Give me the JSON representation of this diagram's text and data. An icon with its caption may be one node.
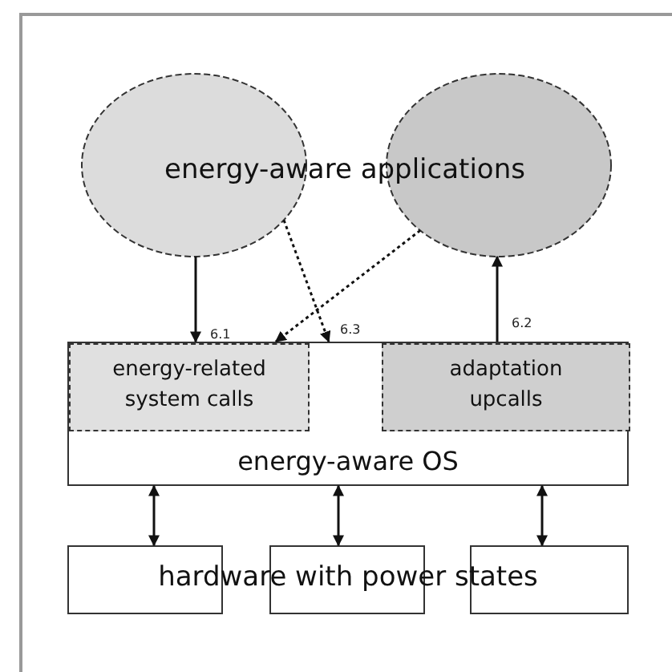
{
  "diagram": {
    "nodes": [
      {
        "text": [],
        "shape": "circle"
      },
      {
        "text": [],
        "shape": "circle"
      },
      {
        "text": [
          "energy-aware OS"
        ]
      },
      {
        "text": [
          "energy-related system calls"
        ],
        "in": 2
      },
      {
        "text": [
          "adaptation upcalls"
        ],
        "in": 2
      },
      {
        "text": [],
        "shape": "box"
      },
      {
        "text": [],
        "shape": "box"
      },
      {
        "text": [],
        "shape": "box"
      }
    ],
    "edges": [
      {
        "from": 0,
        "to": 3,
        "arrow": "to",
        "label": "6.1"
      },
      {
        "from": 0,
        "to": 2,
        "arrow": "to",
        "label": "6.3",
        "style": "dashed"
      },
      {
        "from": 1,
        "to": 3,
        "arrow": "to",
        "style": "dashed"
      },
      {
        "from": 4,
        "to": 1,
        "arrow": "to",
        "label": "6.2"
      },
      {
        "from": 2,
        "to": 5,
        "arrow": "both"
      },
      {
        "from": 2,
        "to": 6,
        "arrow": "both"
      },
      {
        "from": 2,
        "to": 7,
        "arrow": "both"
      }
    ],
    "labels": [
      "energy-aware applications",
      "hardware with power states"
    ]
  }
}
